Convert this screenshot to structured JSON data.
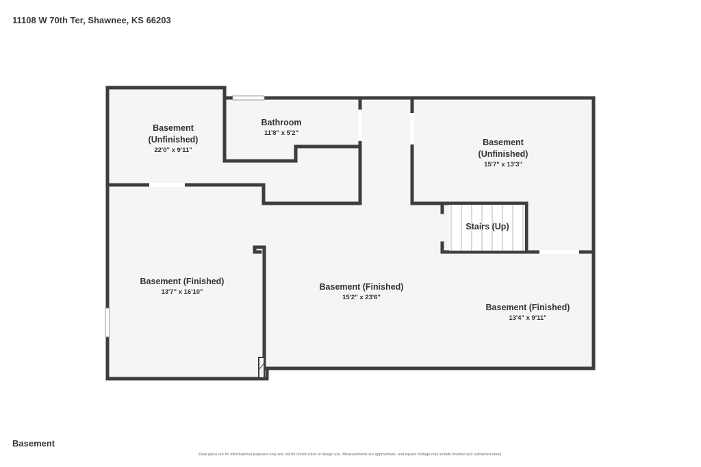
{
  "header": {
    "address": "11108 W 70th Ter, Shawnee, KS 66203"
  },
  "footer": {
    "floor_label": "Basement",
    "disclaimer": "Floor plans are for informational purposes only and not for construction or design use. Measurements are approximate, and square footage may include finished and unfinished areas."
  },
  "rooms": [
    {
      "name": "Basement\n(Unfinished)",
      "dims": "22'0\" x 9'11\""
    },
    {
      "name": "Bathroom",
      "dims": "11'8\" x 5'2\""
    },
    {
      "name": "Basement\n(Unfinished)",
      "dims": "15'7\" x 13'3\""
    },
    {
      "name": "Stairs (Up)",
      "dims": ""
    },
    {
      "name": "Basement (Finished)",
      "dims": "13'7\" x 16'10\""
    },
    {
      "name": "Basement (Finished)",
      "dims": "15'2\" x 23'6\""
    },
    {
      "name": "Basement (Finished)",
      "dims": "13'4\" x 9'11\""
    }
  ],
  "colors": {
    "wall": "#3d3d3d",
    "floor": "#f5f5f5",
    "window": "#ffffff"
  }
}
